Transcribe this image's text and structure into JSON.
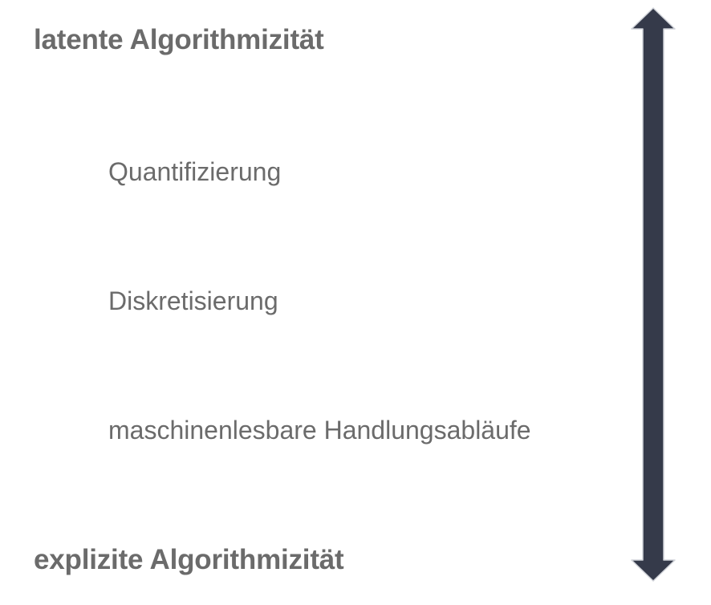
{
  "diagram": {
    "top_label": "latente Algorithmizität",
    "bottom_label": "explizite Algorithmizität",
    "steps": [
      {
        "label": "Quantifizierung"
      },
      {
        "label": "Diskretisierung"
      },
      {
        "label": "maschinenlesbare Handlungsabläufe"
      }
    ],
    "arrow": {
      "direction": "bidirectional-vertical",
      "color": "#353a4a"
    },
    "text_color": "#6b6b6b"
  }
}
